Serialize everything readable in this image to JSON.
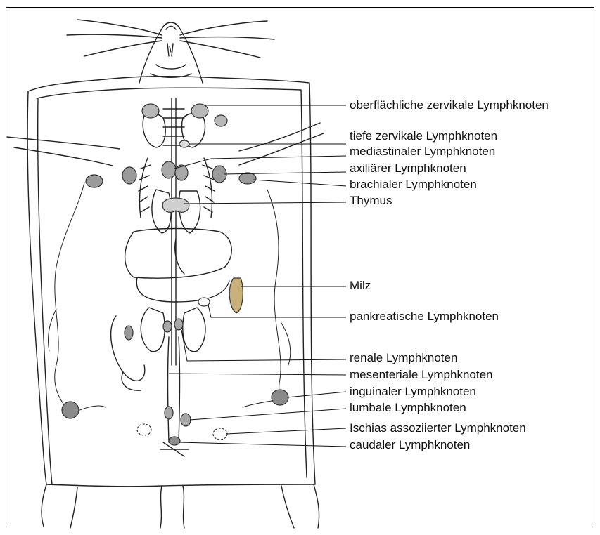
{
  "diagram": {
    "labels": [
      {
        "id": "superficial-cervical",
        "text": "oberflächliche zervikale Lymphknoten"
      },
      {
        "id": "deep-cervical",
        "text": "tiefe zervikale Lymphknoten"
      },
      {
        "id": "mediastinal",
        "text": "mediastinaler Lymphknoten"
      },
      {
        "id": "axillary",
        "text": "axiliärer Lymphknoten"
      },
      {
        "id": "brachial",
        "text": "brachialer Lymphknoten"
      },
      {
        "id": "thymus",
        "text": "Thymus"
      },
      {
        "id": "spleen",
        "text": "Milz"
      },
      {
        "id": "pancreatic",
        "text": "pankreatische Lymphknoten"
      },
      {
        "id": "renal",
        "text": "renale Lymphknoten"
      },
      {
        "id": "mesenteric",
        "text": "mesenteriale Lymphknoten"
      },
      {
        "id": "inguinal",
        "text": "inguinaler Lymphknoten"
      },
      {
        "id": "lumbar",
        "text": "lumbale Lymphknoten"
      },
      {
        "id": "sciatic",
        "text": "Ischias assoziierter Lymphknoten"
      },
      {
        "id": "caudal",
        "text": "caudaler Lymphknoten"
      }
    ]
  }
}
